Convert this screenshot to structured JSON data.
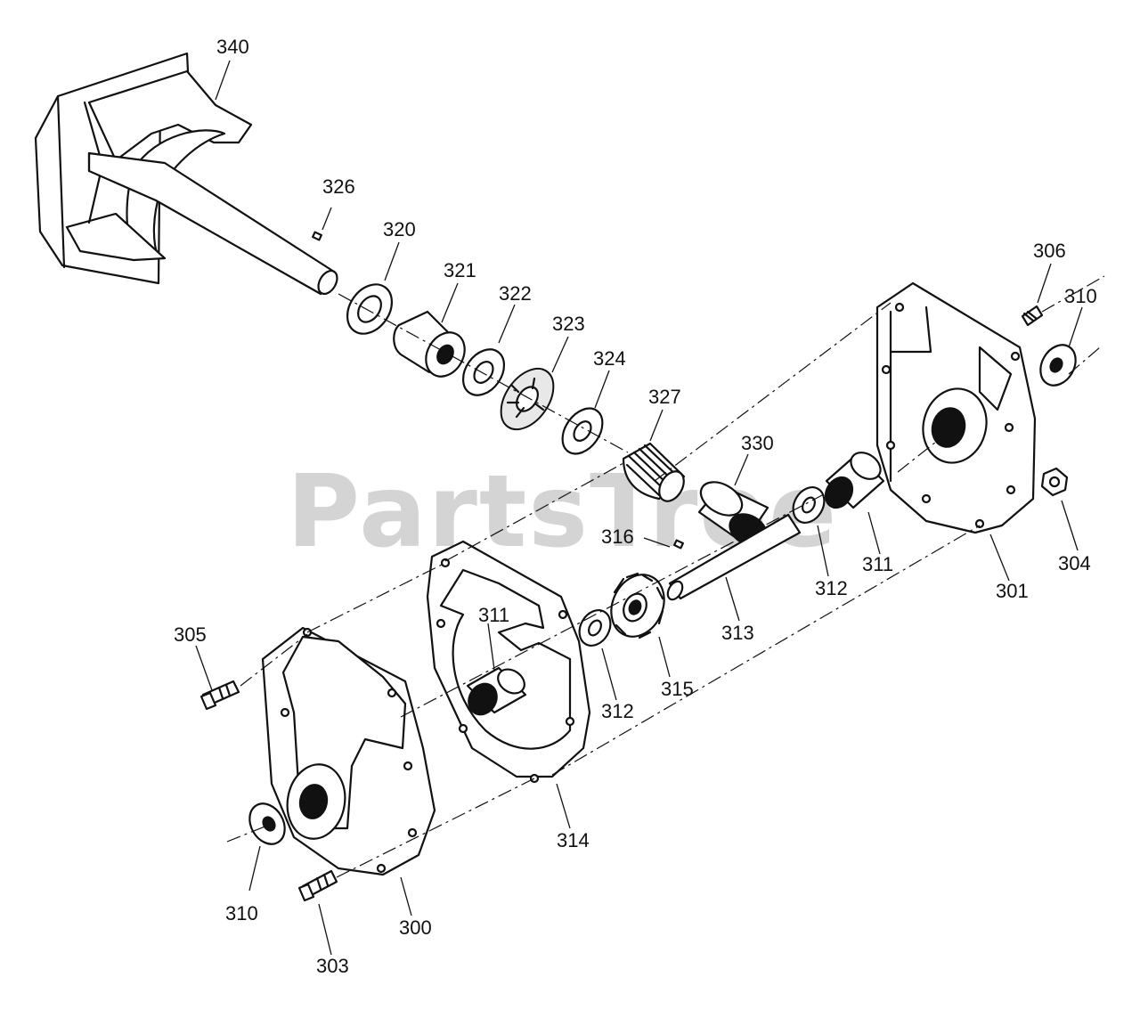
{
  "watermark": {
    "text": "PartsTree",
    "color": "#d4d4d4"
  },
  "labels": {
    "p340": "340",
    "p326": "326",
    "p320": "320",
    "p321": "321",
    "p322": "322",
    "p323": "323",
    "p324": "324",
    "p327": "327",
    "p330": "330",
    "p306": "306",
    "p310_right": "310",
    "p316": "316",
    "p304": "304",
    "p301": "301",
    "p311_right": "311",
    "p312_right": "312",
    "p313": "313",
    "p305": "305",
    "p311_left": "311",
    "p312_left": "312",
    "p315": "315",
    "p314": "314",
    "p310_left": "310",
    "p300": "300",
    "p303": "303"
  },
  "icons": {
    "impeller": "impeller-shaft-icon",
    "housing": "gear-housing-icon",
    "gasket": "gasket-icon",
    "bearing": "bearing-icon",
    "worm": "worm-gear-icon",
    "gear": "spur-gear-icon",
    "bolt": "hex-bolt-icon",
    "nut": "hex-nut-icon",
    "washer": "thrust-washer-icon",
    "key": "key-icon",
    "bushing": "bushing-icon",
    "shaft": "cross-shaft-icon"
  },
  "colors": {
    "ink": "#111111",
    "background": "#ffffff"
  }
}
